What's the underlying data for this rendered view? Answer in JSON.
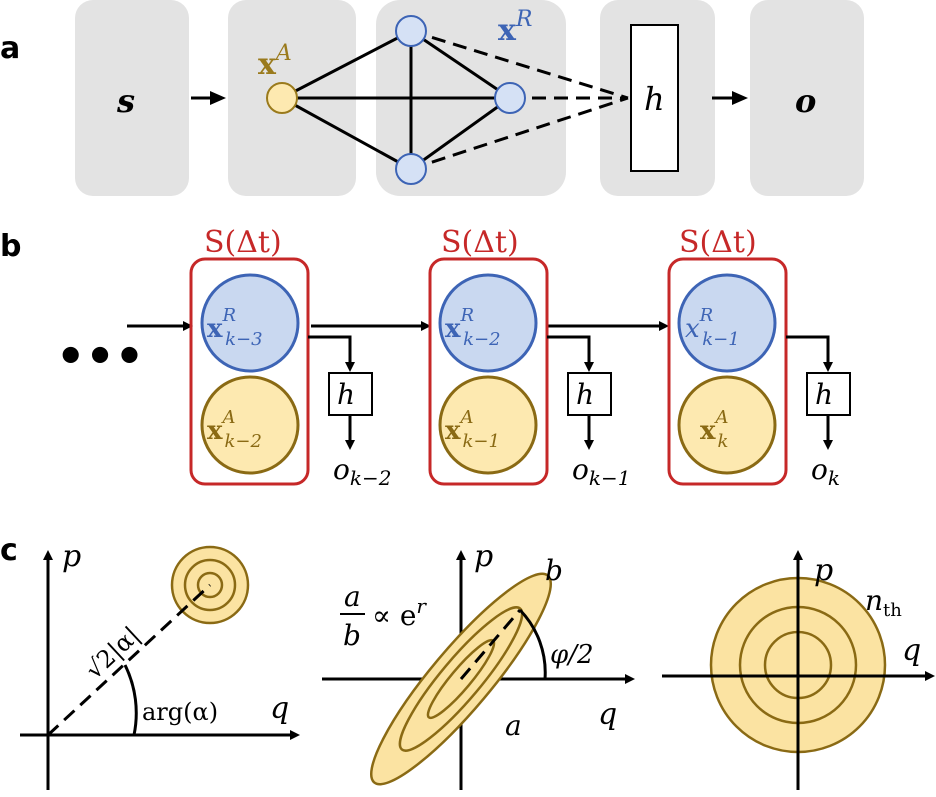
{
  "panels": {
    "a": {
      "letter": "a",
      "input_label": "s",
      "xA_label": "x",
      "xA_sup": "A",
      "xR_label": "x",
      "xR_sup": "R",
      "readout_label": "h",
      "output_label": "o",
      "colors": {
        "box": "#e3e3e3",
        "blue": "#3d64b5",
        "gold": "#9a7a1c"
      }
    },
    "b": {
      "letter": "b",
      "ellipsis": "•••",
      "cells": [
        {
          "title": "S(Δt)",
          "r_base": "x",
          "r_sup": "R",
          "r_sub": "k−3",
          "a_base": "x",
          "a_sup": "A",
          "a_sub": "k−2",
          "h": "h",
          "o": "o",
          "o_sub": "k−2"
        },
        {
          "title": "S(Δt)",
          "r_base": "x",
          "r_sup": "R",
          "r_sub": "k−2",
          "a_base": "x",
          "a_sup": "A",
          "a_sub": "k−1",
          "h": "h",
          "o": "o",
          "o_sub": "k−1"
        },
        {
          "title": "S(Δt)",
          "r_base": "x",
          "r_sup": "R",
          "r_sub": "k−1",
          "a_base": "x",
          "a_sup": "A",
          "a_sub": "k",
          "h": "h",
          "o": "o",
          "o_sub": "k"
        }
      ],
      "colors": {
        "frame": "#c62828",
        "blue": "#3d64b5",
        "gold": "#8a6a14"
      }
    },
    "c": {
      "letter": "c",
      "coherent": {
        "p": "p",
        "q": "q",
        "radius": "√2|α|",
        "angle": "arg(α)"
      },
      "squeezed": {
        "p": "p",
        "q": "q",
        "ratio_num": "a",
        "ratio_den": "b",
        "ratio_rel": "∝ e",
        "ratio_sup": "r",
        "b": "b",
        "a": "a",
        "angle": "φ/2"
      },
      "thermal": {
        "p": "p",
        "q": "q",
        "n": "n",
        "n_sub": "th"
      },
      "colors": {
        "fill": "#fbe3a2",
        "stroke": "#8a6a14"
      }
    }
  }
}
